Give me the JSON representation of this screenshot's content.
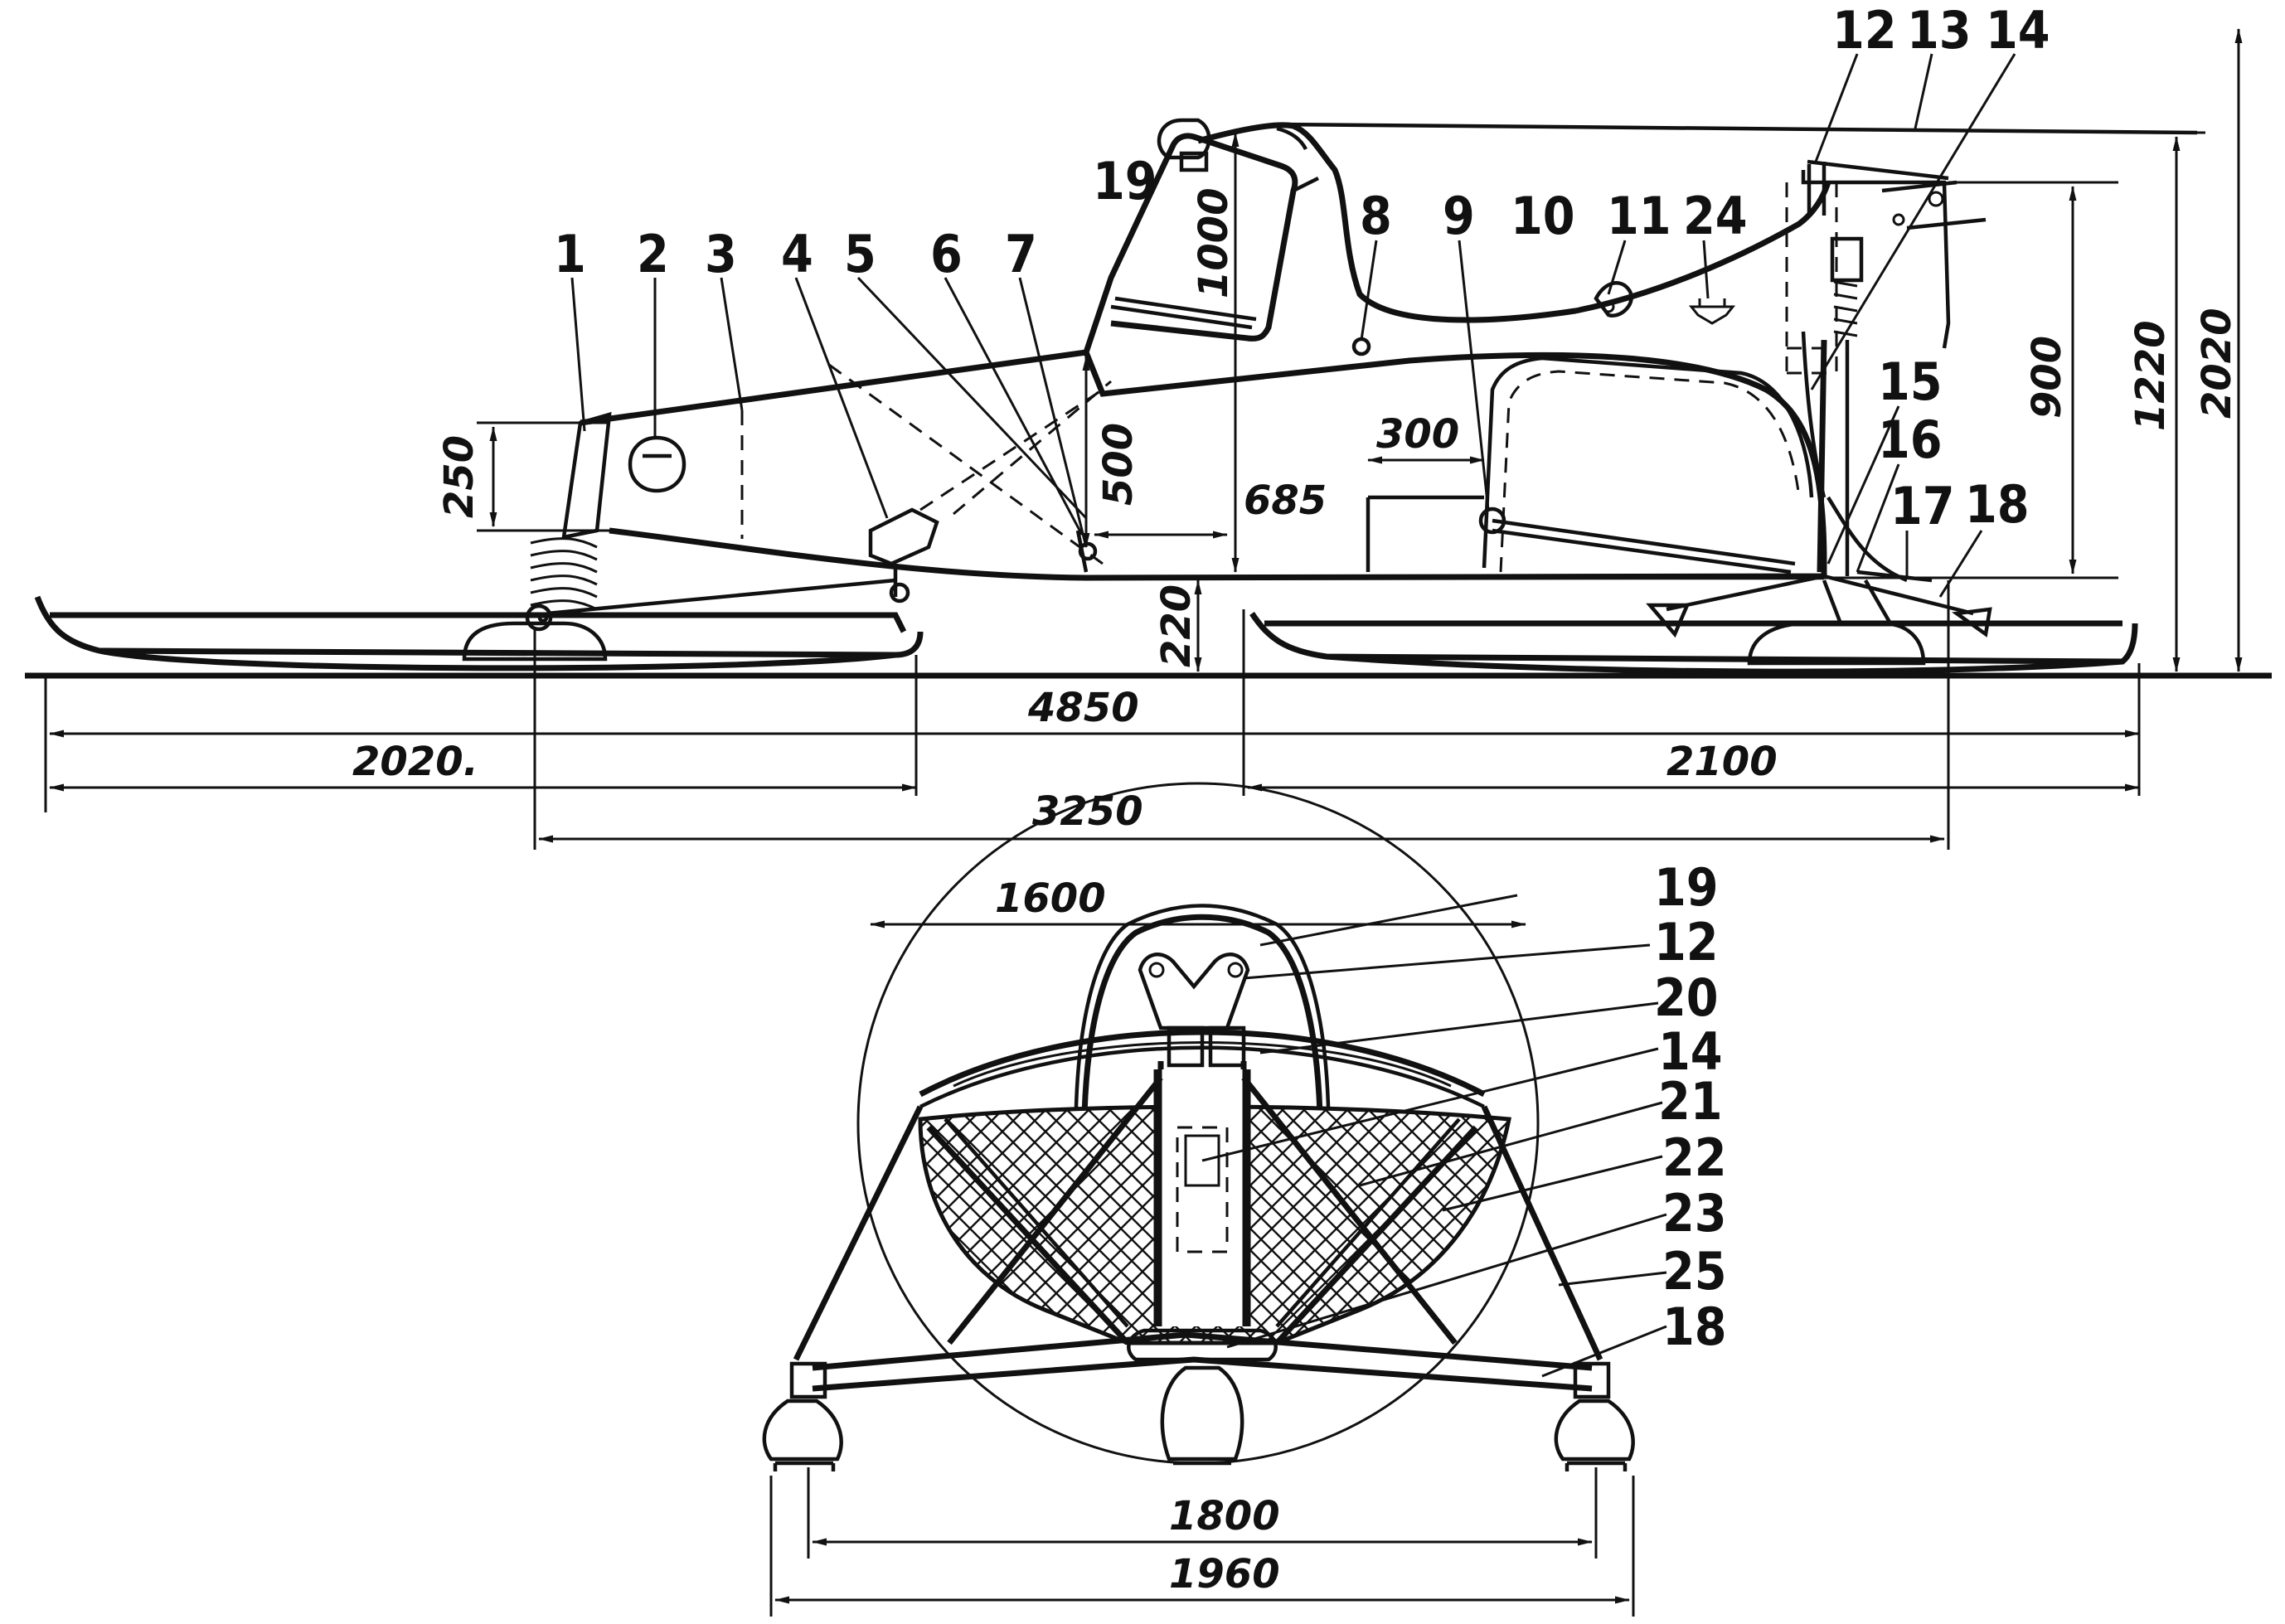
{
  "side_callouts": [
    "1",
    "2",
    "3",
    "4",
    "5",
    "6",
    "7",
    "8",
    "9",
    "10",
    "11",
    "24",
    "12",
    "13",
    "14",
    "15",
    "16",
    "17",
    "18",
    "19"
  ],
  "front_callouts": [
    "19",
    "12",
    "20",
    "14",
    "21",
    "22",
    "23",
    "25",
    "18"
  ],
  "dimensions": {
    "d250": "250",
    "d1000": "1000",
    "d500": "500",
    "d300": "300",
    "d685": "685",
    "d220": "220",
    "d900": "900",
    "d1220": "1220",
    "d2020_v": "2020",
    "d4850": "4850",
    "d2020_h": "2020.",
    "d2100": "2100",
    "d3250": "3250",
    "d1600": "1600",
    "d1800": "1800",
    "d1960": "1960"
  },
  "colors": {
    "ink": "#111111",
    "paper": "#ffffff"
  }
}
